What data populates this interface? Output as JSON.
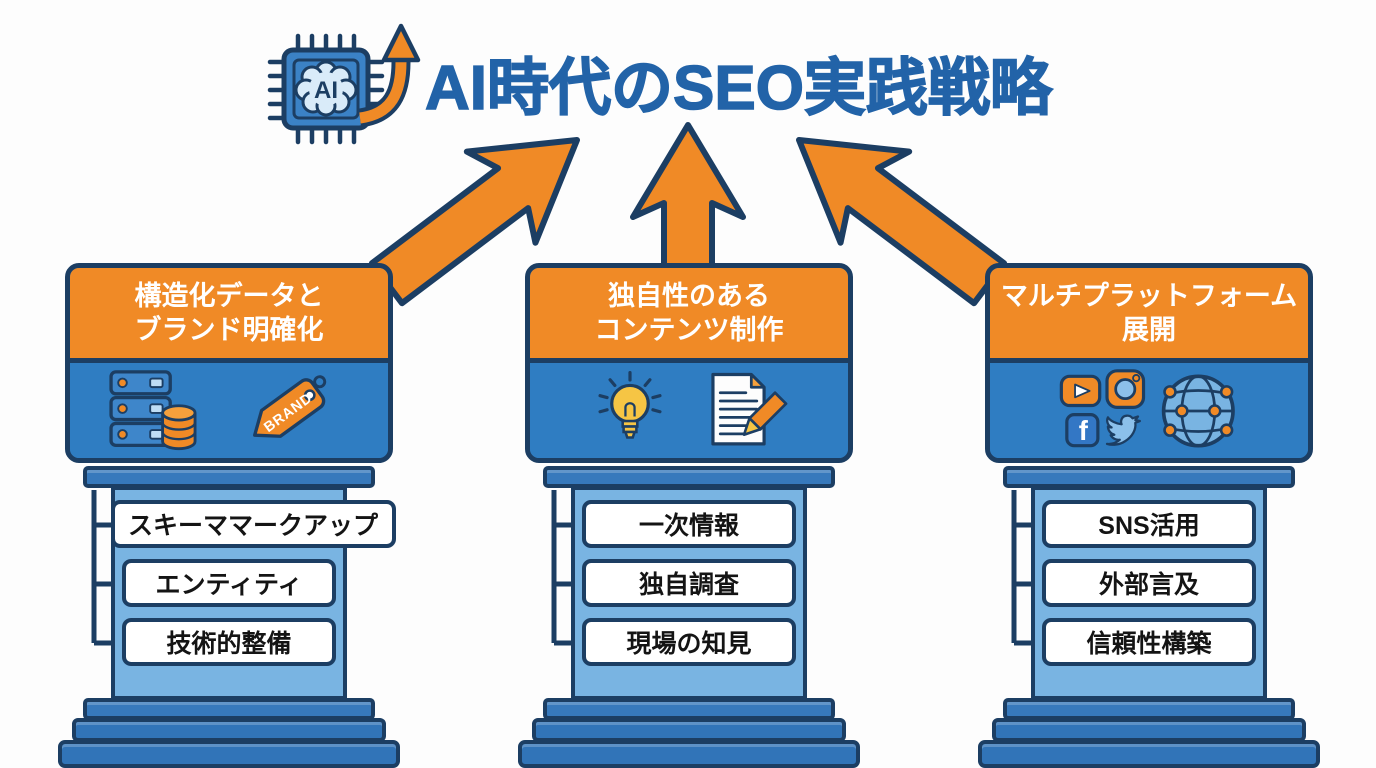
{
  "title": "AI時代のSEO実践戦略",
  "decorations": {
    "chip_label": "AI",
    "brand_tag_label": "BRAND",
    "facebook_f": "f"
  },
  "colors": {
    "orange": "#F08A26",
    "navy_outline": "#1C3E63",
    "header_blue": "#2F7DC2",
    "shaft_blue": "#79B4E2",
    "base_blue": "#3174B8",
    "title_blue": "#2263A8",
    "bulb_yellow": "#F6C544",
    "light_blue": "#8CC0EA"
  },
  "pillars": [
    {
      "header_line1": "構造化データと",
      "header_line2": "ブランド明確化",
      "icons": [
        "server-database-icon",
        "brand-tag-icon"
      ],
      "items": [
        "スキーママークアップ",
        "エンティティ",
        "技術的整備"
      ]
    },
    {
      "header_line1": "独自性のある",
      "header_line2": "コンテンツ制作",
      "icons": [
        "lightbulb-icon",
        "document-pencil-icon"
      ],
      "items": [
        "一次情報",
        "独自調査",
        "現場の知見"
      ]
    },
    {
      "header_line1": "マルチプラットフォーム",
      "header_line2": "展開",
      "icons": [
        "youtube-icon",
        "instagram-icon",
        "facebook-icon",
        "twitter-icon",
        "globe-network-icon"
      ],
      "items": [
        "SNS活用",
        "外部言及",
        "信頼性構築"
      ]
    }
  ]
}
